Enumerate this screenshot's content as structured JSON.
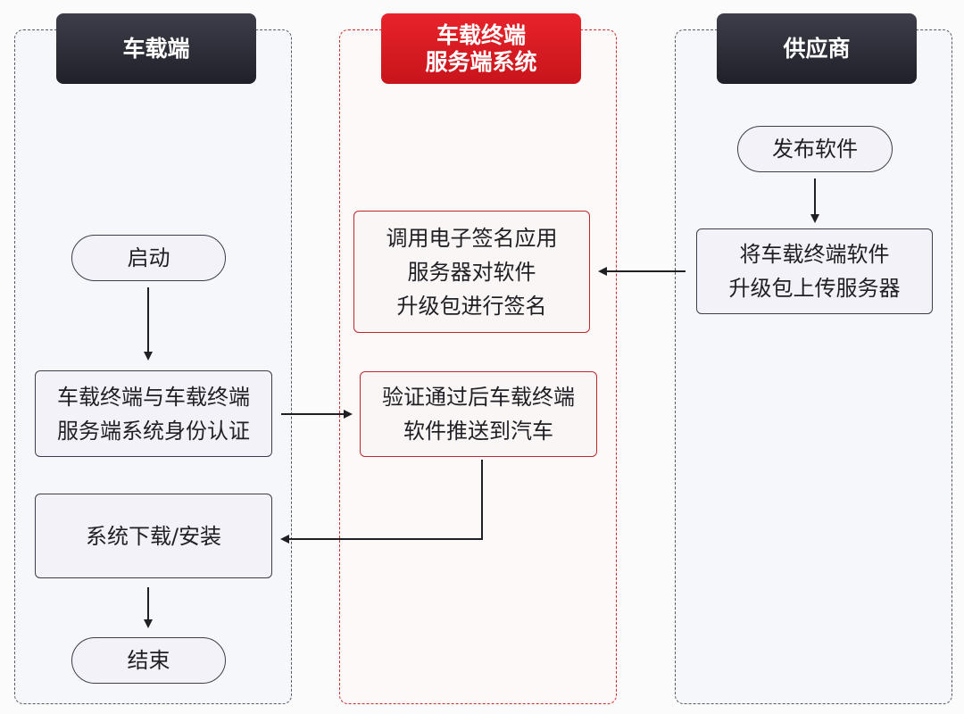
{
  "lanes": {
    "car": {
      "title": "车载端"
    },
    "server": {
      "title_line1": "车载终端",
      "title_line2": "服务端系统"
    },
    "supplier": {
      "title": "供应商"
    }
  },
  "nodes": {
    "start": "启动",
    "auth": {
      "line1": "车载终端与车载终端",
      "line2": "服务端系统身份认证"
    },
    "download": "系统下载/安装",
    "end": "结束",
    "sign": {
      "line1": "调用电子签名应用",
      "line2": "服务器对软件",
      "line3": "升级包进行签名"
    },
    "push": {
      "line1": "验证通过后车载终端",
      "line2": "软件推送到汽车"
    },
    "publish": "发布软件",
    "upload": {
      "line1": "将车载终端软件",
      "line2": "升级包上传服务器"
    }
  },
  "colors": {
    "header_dark": "#23242d",
    "header_red": "#d7191f",
    "node_border": "#3c3e4c",
    "node_red_border": "#c0272d",
    "arrow": "#1f1f24"
  }
}
